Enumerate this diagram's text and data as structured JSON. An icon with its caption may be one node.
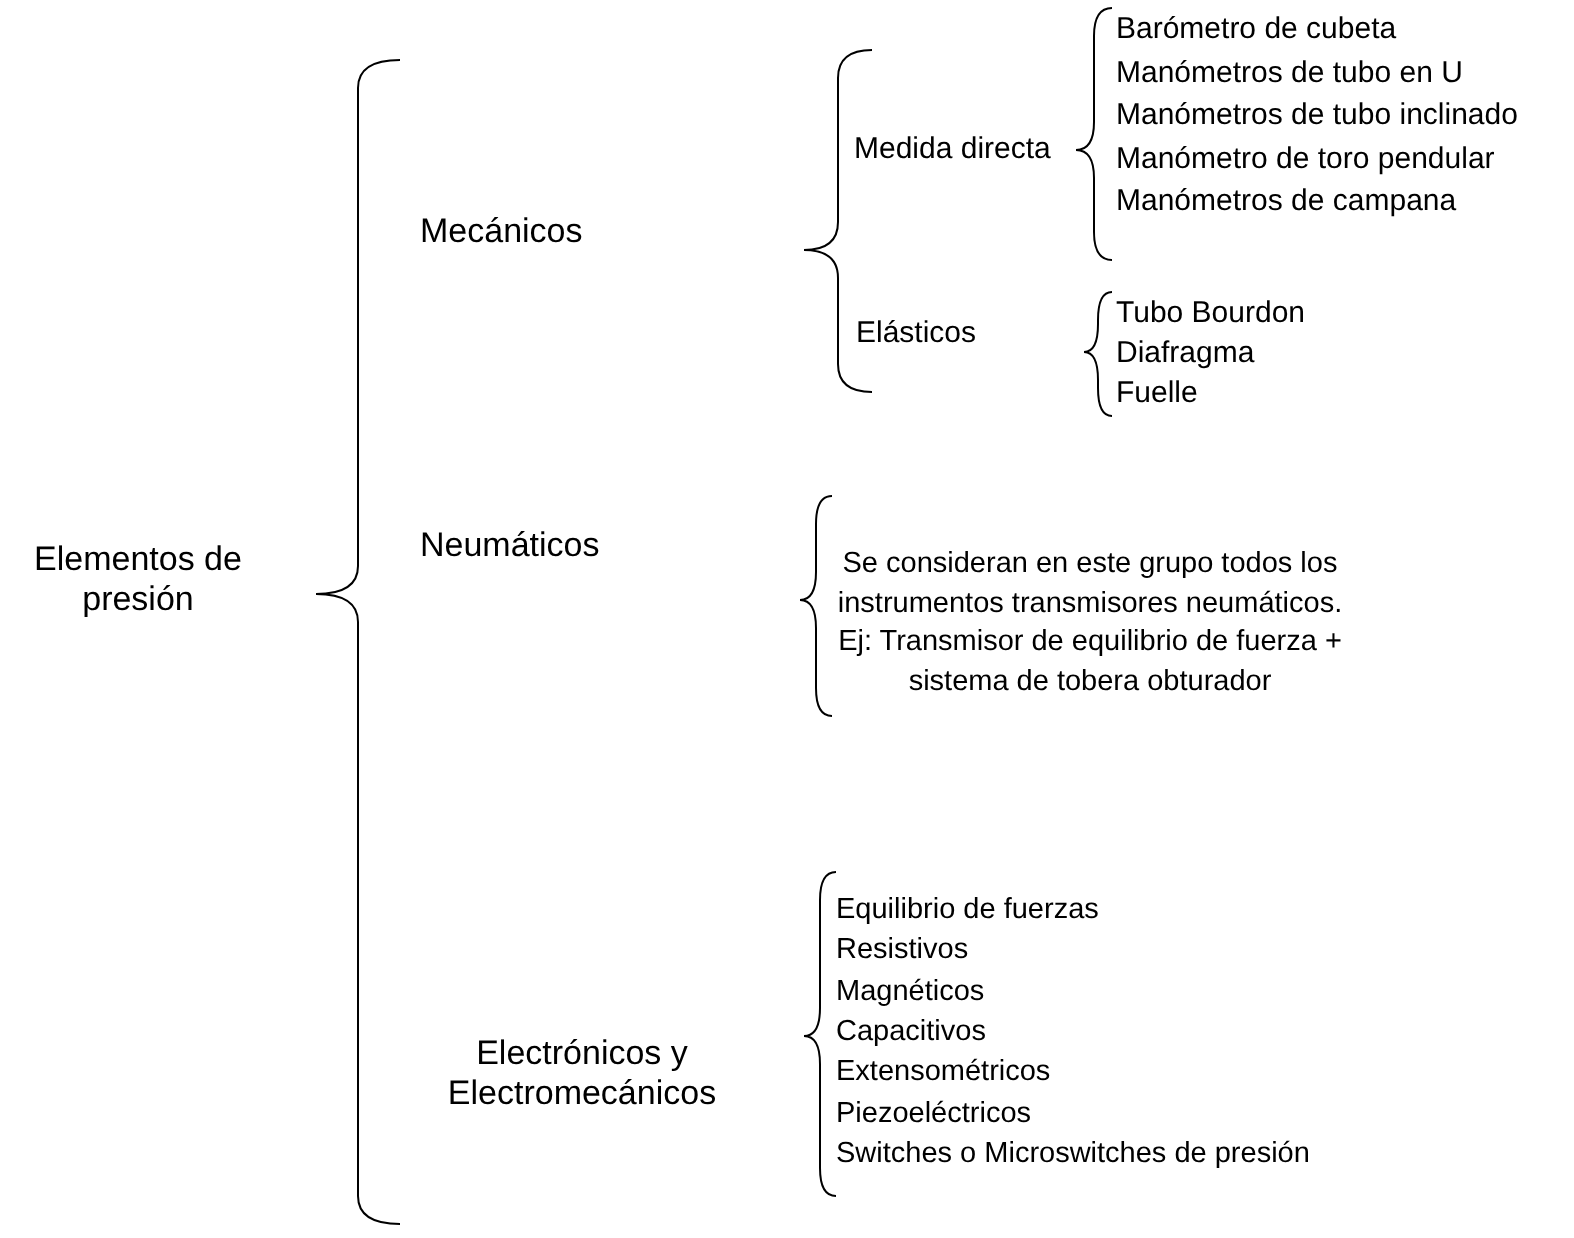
{
  "diagram": {
    "labels": [
      "Elementos de presión",
      "Mecánicos",
      "Medida directa",
      "Barómetro de cubeta",
      "Manómetros de tubo en U",
      "Manómetros de tubo inclinado",
      "Manómetro de toro pendular",
      "Manómetros de campana",
      "Elásticos",
      "Tubo Bourdon",
      "Diafragma",
      "Fuelle",
      "Neumáticos",
      "Se consideran en este grupo todos los instrumentos transmisores neumáticos. Ej: Transmisor de equilibrio de fuerza + sistema de tobera obturador",
      "Electrónicos y Electromecánicos",
      "Equilibrio de fuerzas",
      "Resistivos",
      "Magnéticos",
      "Capacitivos",
      "Extensométricos",
      "Piezoeléctricos",
      "Switches o Microswitches de presión"
    ]
  }
}
